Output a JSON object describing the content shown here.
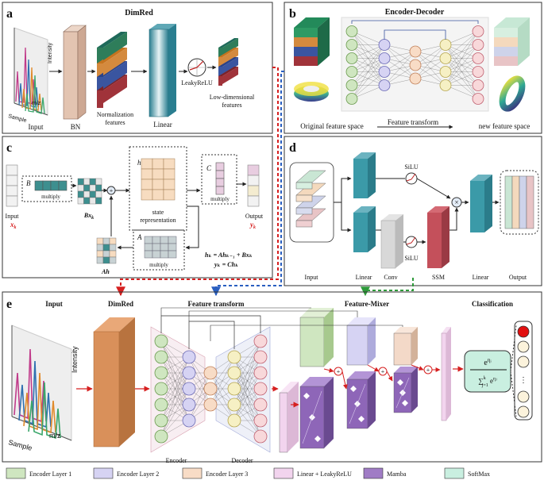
{
  "panels": {
    "a": {
      "letter": "a",
      "title": "DimRed",
      "input_label": "Input",
      "bn_label": "BN",
      "norm_label_1": "Normalization",
      "norm_label_2": "features",
      "linear_label": "Linear",
      "activation_label": "LeakyReLU",
      "lowdim_label_1": "Low-dimensional",
      "lowdim_label_2": "features",
      "axis_intensity": "Intensity",
      "axis_mz": "m/z",
      "axis_sample": "Sample"
    },
    "b": {
      "letter": "b",
      "title": "Encoder-Decoder",
      "orig_space": "Original feature space",
      "transform": "Feature transform",
      "new_space": "new feature space"
    },
    "c": {
      "letter": "c",
      "input_label": "Input",
      "input_var": "x",
      "input_sub": "k",
      "B": "B",
      "multiply": "multiply",
      "Bx": "Bx",
      "Bx_sub": "k",
      "h": "h",
      "state_1": "state",
      "state_2": "representation",
      "C": "C",
      "A": "A",
      "Ah": "Ah",
      "output_label": "Output",
      "output_var": "y",
      "output_sub": "k",
      "plus": "+",
      "eq1": "hₖ = Ahₖ₋₁ + Bxₖ",
      "eq2": "yₖ = Chₖ"
    },
    "d": {
      "letter": "d",
      "silu_top": "SiLU",
      "silu_bottom": "SiLU",
      "times": "×",
      "input_label": "Input",
      "linear_label_1": "Linear",
      "conv_label": "Conv",
      "ssm_label": "SSM",
      "linear_label_2": "Linear",
      "output_label": "Output"
    },
    "e": {
      "letter": "e",
      "input_title": "Input",
      "dimred_title": "DimRed",
      "transform_title": "Feature transform",
      "mixer_title": "Feature-Mixer",
      "class_title": "Classification",
      "encoder_label": "Encoder",
      "decoder_label": "Decoder",
      "axis_intensity": "Intensity",
      "axis_mz": "m/z",
      "axis_sample": "Sample",
      "softmax_num": "e^{η_i}",
      "softmax_den": "∑_{j=1}^{k} e^{η_j}",
      "dots": "⋮"
    }
  },
  "legend": [
    {
      "label": "Encoder Layer 1",
      "color": "#cfe6c0"
    },
    {
      "label": "Encoder Layer 2",
      "color": "#d6d3f3"
    },
    {
      "label": "Encoder Layer 3",
      "color": "#f8dcc6"
    },
    {
      "label": "Linear + LeakyReLU",
      "color": "#f2d4ee"
    },
    {
      "label": "Mamba",
      "color": "#a07cc5"
    },
    {
      "label": "SoftMax",
      "color": "#c9efe0"
    }
  ],
  "colors": {
    "teal": "#3b9aa8",
    "orange": "#d48a3e",
    "blue": "#3a55a0",
    "crimson": "#a0333a",
    "green": "#2e7d5a",
    "bn": "#e3c4b1",
    "linear": "#3d8fa0",
    "dimred": "#d9905a",
    "red_arrow": "#d62020",
    "blue_arrow": "#2a5fc0",
    "green_arrow": "#2e9a3a"
  }
}
